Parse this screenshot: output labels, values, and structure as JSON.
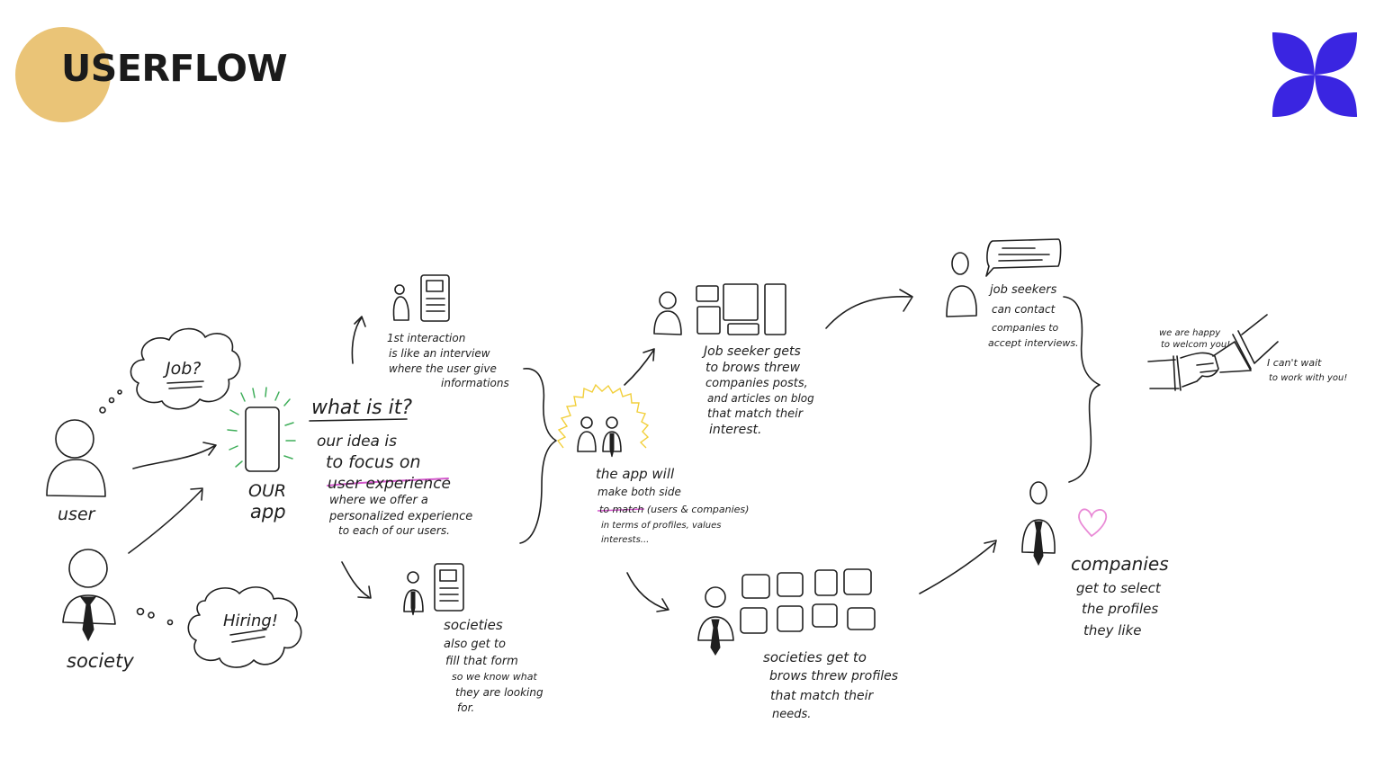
{
  "header": {
    "title": "USERFLOW",
    "accent_color": "#EAC477",
    "logo_color": "#3A25E1",
    "logo_icon": "four-petal-logo-icon"
  },
  "sketch": {
    "actors": {
      "user_label": "user",
      "society_label": "society",
      "job_bubble": "Job?",
      "hiring_bubble": "Hiring!"
    },
    "app": {
      "label_line1": "OUR",
      "label_line2": "app"
    },
    "what_is_it": {
      "title": "what is it?",
      "lines": [
        "our idea is",
        "to focus on",
        "user experience",
        "where we offer a",
        "personalized experience",
        "to each of our users."
      ]
    },
    "first_interaction": {
      "lines": [
        "1st interaction",
        "is like an interview",
        "where the user give",
        "informations"
      ]
    },
    "societies_form": {
      "lines": [
        "societies",
        "also get to",
        "fill that form",
        "so we know what",
        "they are looking",
        "for."
      ]
    },
    "match": {
      "lines": [
        "the app will",
        "make both side",
        "to match (users & companies)",
        "in terms of profiles, values",
        "interests..."
      ]
    },
    "job_seeker_browse": {
      "lines": [
        "Job seeker gets",
        "to brows threw",
        "companies posts,",
        "and articles on blog",
        "that match their",
        "interest."
      ]
    },
    "societies_browse": {
      "lines": [
        "societies get to",
        "brows threw profiles",
        "that match their",
        "needs."
      ]
    },
    "contact": {
      "lines": [
        "job seekers",
        "can contact",
        "companies to",
        "accept interviews."
      ]
    },
    "companies_select": {
      "lines": [
        "companies",
        "get to select",
        "the profiles",
        "they like"
      ]
    },
    "handshake": {
      "left_quote": [
        "we are happy",
        "to welcom you!"
      ],
      "right_quote": [
        "I can't wait",
        "to work with you!"
      ]
    },
    "colors": {
      "ink": "#1f1f1f",
      "glow_green": "#3fae5a",
      "glow_yellow": "#f2cf3a",
      "highlight_pink": "#d45acd",
      "heart_pink": "#e98ad6"
    }
  }
}
